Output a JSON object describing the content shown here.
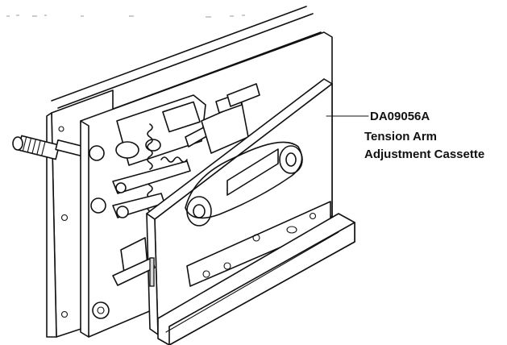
{
  "diagram": {
    "callout": {
      "part_number": "DA09056A",
      "description_line1": "Tension Arm",
      "description_line2": "Adjustment Cassette"
    }
  }
}
